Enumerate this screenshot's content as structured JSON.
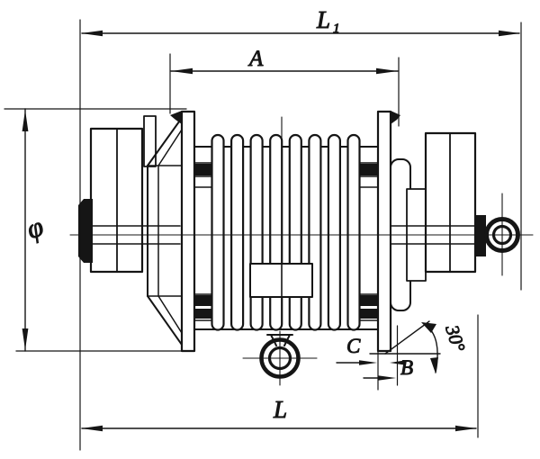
{
  "labels": {
    "l1_base": "L",
    "l1_sub": "1",
    "a": "A",
    "phi": "φ",
    "l": "L",
    "c": "C",
    "b": "B",
    "angle": "30°"
  },
  "colors": {
    "ink": "#151515",
    "paper": "#ffffff"
  }
}
